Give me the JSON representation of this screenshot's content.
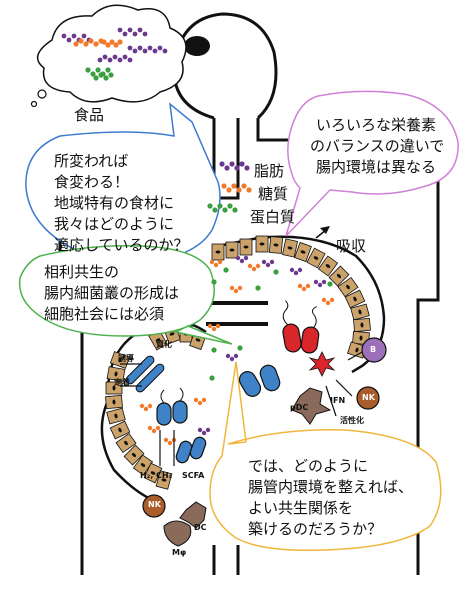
{
  "food_label": "食品",
  "legend": {
    "fat": "脂肪",
    "sugar": "糖質",
    "protein": "蛋白質"
  },
  "absorption_label": "吸収",
  "bubbles": {
    "blue": [
      "所変われば",
      "食変わる！",
      "地域特有の食材に",
      "我々はどのように",
      "適応しているのか？"
    ],
    "pink": [
      "いろいろな栄養素",
      "のバランスの違いで",
      "腸内環境は異なる"
    ],
    "green": [
      "相利共生の",
      "腸内細菌叢の形成は",
      "細胞社会には必須"
    ],
    "yellow": [
      "では、どのように",
      "腸管内環境を整えれば、",
      "よい共生関係を",
      "築けるのだろうか？"
    ]
  },
  "cell_labels": {
    "assimilation": "資化",
    "induction": "誘導",
    "colonization": "定着",
    "h2_ch4": "H₂, CH₄",
    "scfa": "SCFA",
    "nk_left": "NK",
    "dc_left": "DC",
    "macrophage": "Mφ",
    "pdc": "pDC",
    "ifn": "IFN",
    "activation": "活性化",
    "nk_right": "NK",
    "b_cell": "B"
  },
  "colors": {
    "fat": "#6b3a8f",
    "sugar": "#f07a2a",
    "protein": "#3aa040",
    "blue_bubble": "#3d7bd0",
    "pink_bubble": "#d080d8",
    "green_bubble": "#4db24d",
    "yellow_bubble": "#f0b63c",
    "epithelium": "#caa26a",
    "bacteria_blue": "#3f82c8",
    "bacteria_red": "#d8262a"
  }
}
